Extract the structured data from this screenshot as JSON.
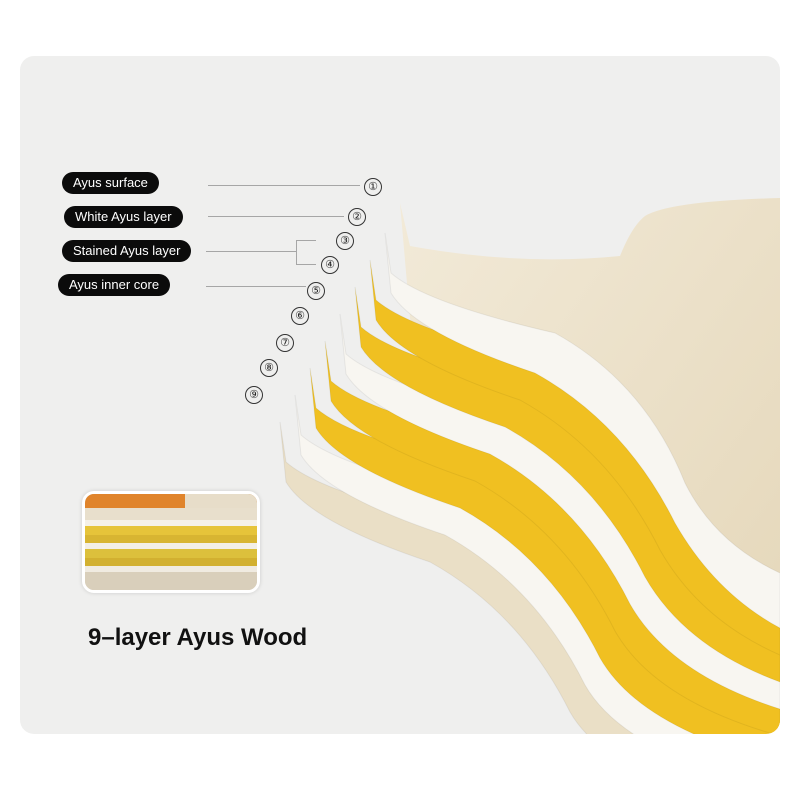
{
  "labels": [
    {
      "text": "Ayus surface",
      "markers": [
        "①"
      ]
    },
    {
      "text": "White Ayus layer",
      "markers": [
        "②"
      ]
    },
    {
      "text": "Stained Ayus layer",
      "markers": [
        "③",
        "④"
      ]
    },
    {
      "text": "Ayus inner core",
      "markers": [
        "⑤"
      ]
    }
  ],
  "extra_markers": [
    "⑥",
    "⑦",
    "⑧",
    "⑨"
  ],
  "title": "9–layer Ayus Wood",
  "colors": {
    "panel_bg": "#efefee",
    "wood": "#eadfc6",
    "white_layer": "#f8f6f1",
    "yellow_layer": "#f0c021",
    "label_bg": "#0b0b0b"
  },
  "layer_stack": [
    "wood",
    "white",
    "yellow",
    "yellow",
    "white",
    "yellow",
    "yellow",
    "white",
    "wood"
  ]
}
